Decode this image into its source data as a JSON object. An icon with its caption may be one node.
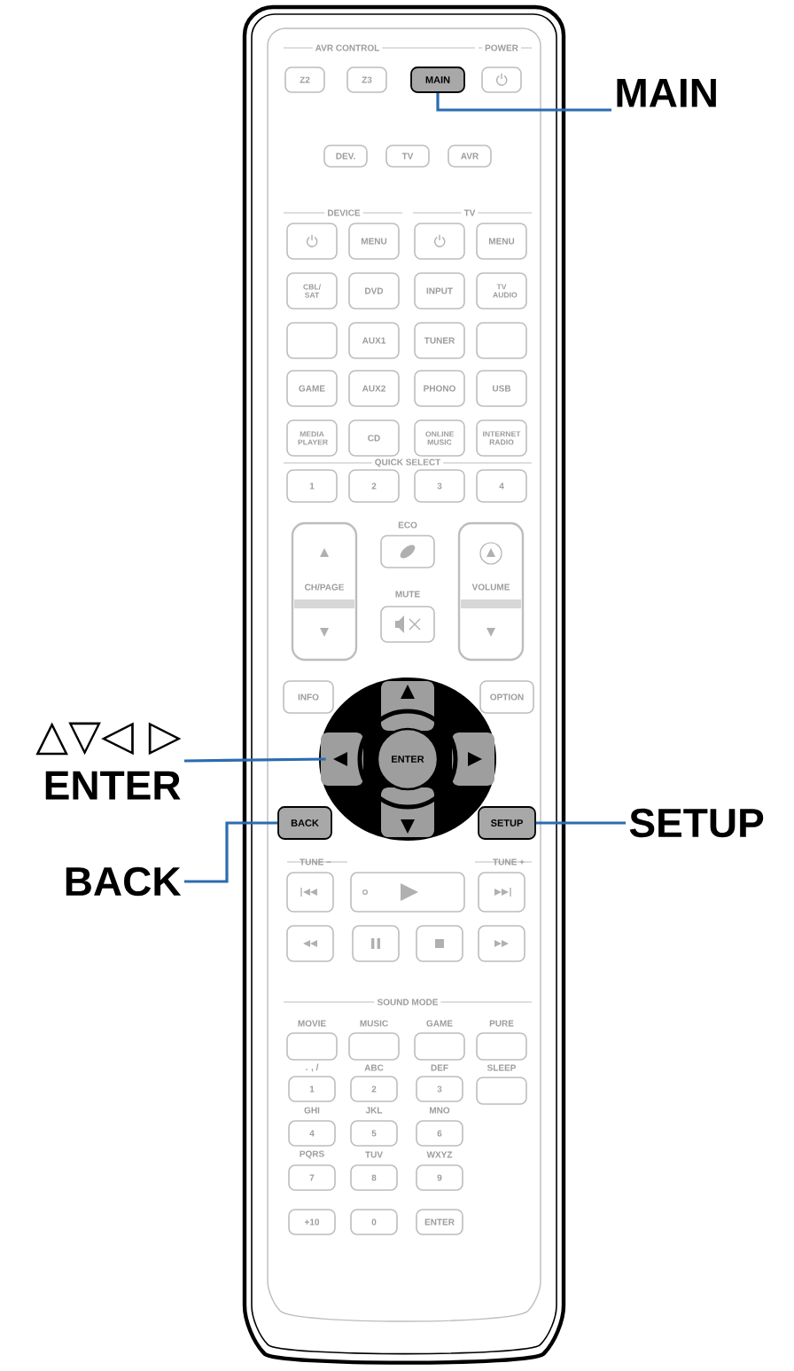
{
  "diagram": {
    "nodes": [
      {
        "text": [
          "MAIN"
        ]
      },
      {
        "text": [
          "MAIN"
        ]
      },
      {
        "text": [
          "ENTER"
        ]
      },
      {
        "text": [
          "△▽◁ ▷",
          "ENTER"
        ]
      },
      {
        "text": [
          "BACK"
        ]
      },
      {
        "text": [
          "BACK"
        ]
      },
      {
        "text": [
          "SETUP"
        ]
      },
      {
        "text": [
          "SETUP"
        ]
      }
    ],
    "edges": [
      {
        "from": 1,
        "to": 0,
        "arrow": "none"
      },
      {
        "from": 3,
        "to": 2,
        "arrow": "none"
      },
      {
        "from": 5,
        "to": 4,
        "arrow": "none"
      },
      {
        "from": 7,
        "to": 6,
        "arrow": "none"
      }
    ],
    "labels": [
      "AVR CONTROL",
      "POWER",
      "Z2",
      "Z3",
      "DEV.",
      "TV",
      "AVR",
      "DEVICE",
      "TV",
      "MENU",
      "MENU",
      "CBL/ SAT",
      "DVD",
      "INPUT",
      "TV AUDIO",
      "AUX1",
      "TUNER",
      "GAME",
      "AUX2",
      "PHONO",
      "USB",
      "MEDIA PLAYER",
      "CD",
      "ONLINE MUSIC",
      "INTERNET RADIO",
      "QUICK SELECT",
      "1",
      "2",
      "3",
      "4",
      "ECO",
      "CH/PAGE",
      "MUTE",
      "VOLUME",
      "INFO",
      "OPTION",
      "TUNE −",
      "TUNE +",
      "SOUND MODE",
      "MOVIE",
      "MUSIC",
      "GAME",
      "PURE",
      ". , /",
      "ABC",
      "DEF",
      "SLEEP",
      "1",
      "2",
      "3",
      "GHI",
      "JKL",
      "MNO",
      "4",
      "5",
      "6",
      "PQRS",
      "TUV",
      "WXYZ",
      "7",
      "8",
      "9",
      "+10",
      "0",
      "ENTER"
    ]
  }
}
